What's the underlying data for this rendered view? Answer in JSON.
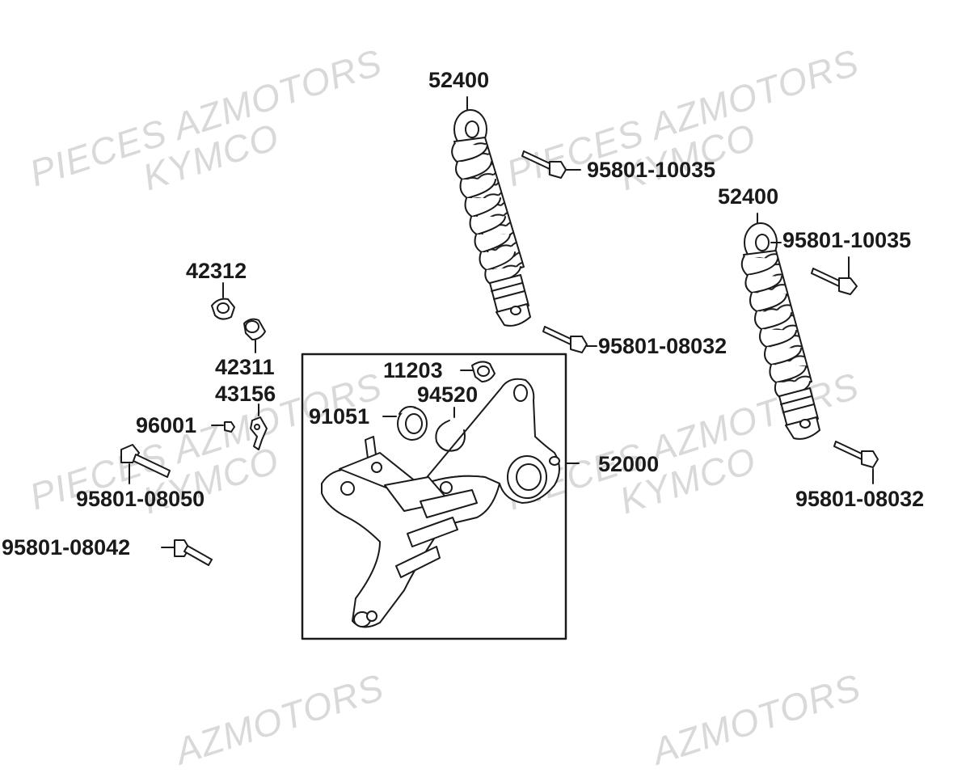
{
  "watermarks": [
    {
      "text": "PIECES AZMOTORS"
    },
    {
      "text": "KYMCO"
    },
    {
      "text": "PIECES AZMOTORS"
    },
    {
      "text": "KYMCO"
    },
    {
      "text": "PIECES AZMOTORS"
    },
    {
      "text": "KYMCO"
    },
    {
      "text": "PIECES AZMOTORS"
    },
    {
      "text": "KYMCO"
    },
    {
      "text": "AZMOTORS"
    },
    {
      "text": "AZMOTORS"
    }
  ],
  "parts": {
    "shock_left": "52400",
    "shock_right": "52400",
    "bolt_upper_left": "95801-10035",
    "bolt_upper_right": "95801-10035",
    "bolt_lower_left": "95801-08032",
    "bolt_lower_right": "95801-08032",
    "collar": "42312",
    "bushing": "42311",
    "clamp": "43156",
    "nut_small": "96001",
    "bolt_long": "95801-08050",
    "bolt_side": "95801-08042",
    "oil_seal": "11203",
    "circlip": "94520",
    "bearing": "91051",
    "swing_arm": "52000"
  },
  "colors": {
    "line": "#1a1a1a",
    "watermark": "#d9d9d9",
    "background": "#ffffff"
  }
}
